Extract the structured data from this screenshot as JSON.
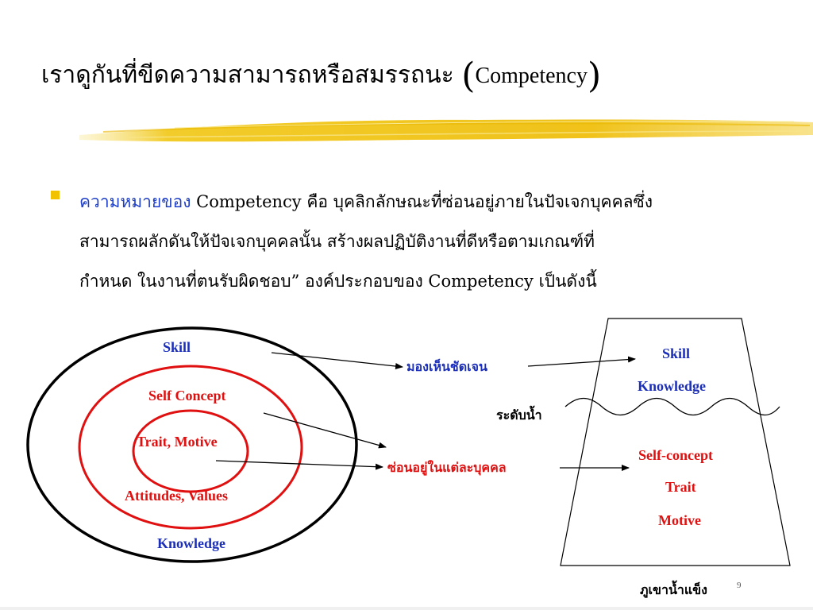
{
  "slide": {
    "title_thai": "เราดูกันที่ขีดความสามารถหรือสมรรถนะ ",
    "title_open": "(",
    "title_latin": "Competency",
    "title_close": ")",
    "bullet": {
      "lead": "ความหมายของ",
      "line1_rest": " Competency คือ บุคลิกลักษณะที่ซ่อนอยู่ภายในปัจเจกบุคคลซึ่ง",
      "line2": "สามารถผลักดันให้ปัจเจกบุคคลนั้น สร้างผลปฏิบัติงานที่ดีหรือตามเกณฑ์ที่",
      "line3": "กำหนด ในงานที่ตนรับผิดชอบ” องค์ประกอบของ Competency เป็นดังนี้"
    },
    "accent_color": "#f2c200",
    "page_number": "9"
  },
  "circles": {
    "skill": "Skill",
    "self_concept": "Self Concept",
    "trait_motive": "Trait, Motive",
    "attitudes_values": "Attitudes, Values",
    "knowledge": "Knowledge"
  },
  "middle": {
    "visible": "มองเห็นชัดเจน",
    "hidden": "ซ่อนอยู่ในแต่ละบุคคล",
    "water_level": "ระดับน้ำ"
  },
  "iceberg": {
    "skill": "Skill",
    "knowledge": "Knowledge",
    "self_concept": "Self-concept",
    "trait": "Trait",
    "motive": "Motive",
    "caption": "ภูเขาน้ำแข็ง"
  },
  "colors": {
    "outer_circle": "#000000",
    "inner_circles": "#e01010",
    "visible_text": "#1c2fb8",
    "hidden_text": "#e01010"
  }
}
